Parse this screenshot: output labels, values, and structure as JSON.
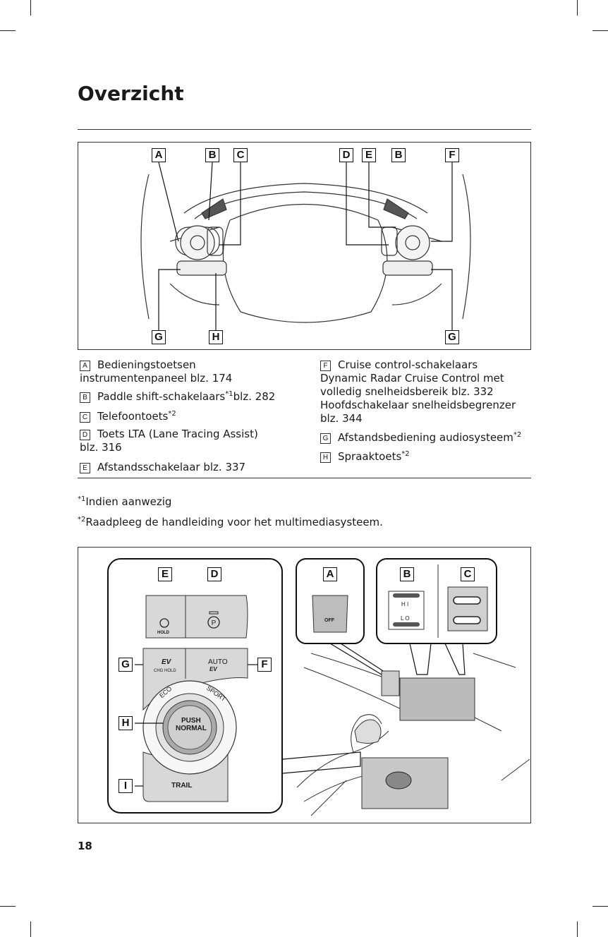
{
  "page": {
    "title": "Overzicht",
    "page_number": "18"
  },
  "figure_top": {
    "labels_top": [
      "A",
      "B",
      "C",
      "D",
      "E",
      "B",
      "F"
    ],
    "labels_bottom": [
      "G",
      "H",
      "G"
    ]
  },
  "legend": {
    "left": [
      {
        "badge": "A",
        "text": "Bedieningstoetsen\ninstrumentenpaneel blz. 174",
        "sup": ""
      },
      {
        "badge": "B",
        "text": "Paddle shift-schakelaars",
        "sup": "*1",
        "after": "blz. 282"
      },
      {
        "badge": "C",
        "text": "Telefoontoets",
        "sup": "*2",
        "after": ""
      },
      {
        "badge": "D",
        "text": "Toets LTA (Lane Tracing Assist)\nblz. 316",
        "sup": ""
      },
      {
        "badge": "E",
        "text": "Afstandsschakelaar blz. 337",
        "sup": ""
      }
    ],
    "right": [
      {
        "badge": "F",
        "text": "Cruise control-schakelaars\nDynamic Radar Cruise Control met\nvolledig snelheidsbereik blz. 332\nHoofdschakelaar snelheidsbegrenzer\nblz. 344",
        "sup": ""
      },
      {
        "badge": "G",
        "text": "Afstandsbediening audiosysteem",
        "sup": "*2",
        "after": ""
      },
      {
        "badge": "H",
        "text": "Spraaktoets",
        "sup": "*2",
        "after": ""
      }
    ]
  },
  "notes": [
    {
      "sup": "*1",
      "text": "Indien aanwezig"
    },
    {
      "sup": "*2",
      "text": "Raadpleeg de handleiding voor het multimediasysteem."
    }
  ],
  "figure_bottom": {
    "labels": [
      "E",
      "D",
      "A",
      "B",
      "C",
      "G",
      "F",
      "H",
      "I"
    ],
    "panel_texts": {
      "hold": "HOLD",
      "chg_hold": "CHG HOLD",
      "auto": "AUTO",
      "ev": "EV",
      "eco": "ECO",
      "sport": "SPORT",
      "push": "PUSH",
      "normal": "NORMAL",
      "trail": "TRAIL",
      "off": "OFF",
      "hi": "H I",
      "lo": "L O"
    }
  }
}
